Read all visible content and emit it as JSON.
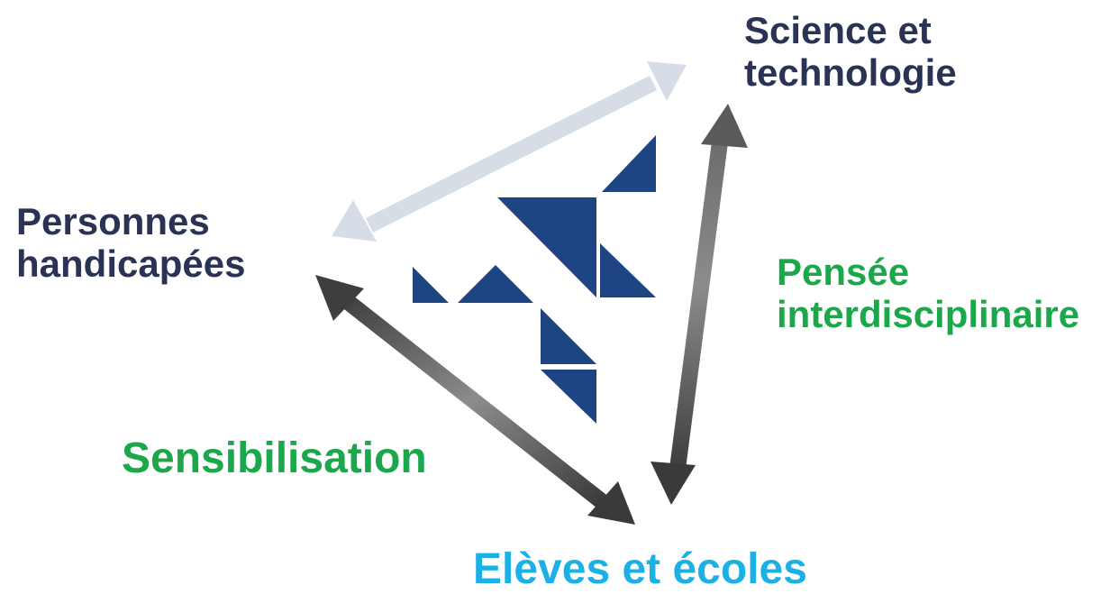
{
  "nodes": {
    "science": {
      "line1": "Science et",
      "line2": "technologie"
    },
    "personnes": {
      "line1": "Personnes",
      "line2": "handicapées"
    },
    "eleves": {
      "text": "Elèves et écoles"
    }
  },
  "edges": {
    "pensee": {
      "line1": "Pensée",
      "line2": "interdisciplinaire"
    },
    "sensibilisation": {
      "text": "Sensibilisation"
    }
  },
  "colors": {
    "node_dark": "#2a3354",
    "edge_green": "#1aa84a",
    "node_blue": "#1bb0e6",
    "logo_blue": "#1f4483",
    "arrow_light": "#d6dde6",
    "arrow_dark": "#555555"
  }
}
